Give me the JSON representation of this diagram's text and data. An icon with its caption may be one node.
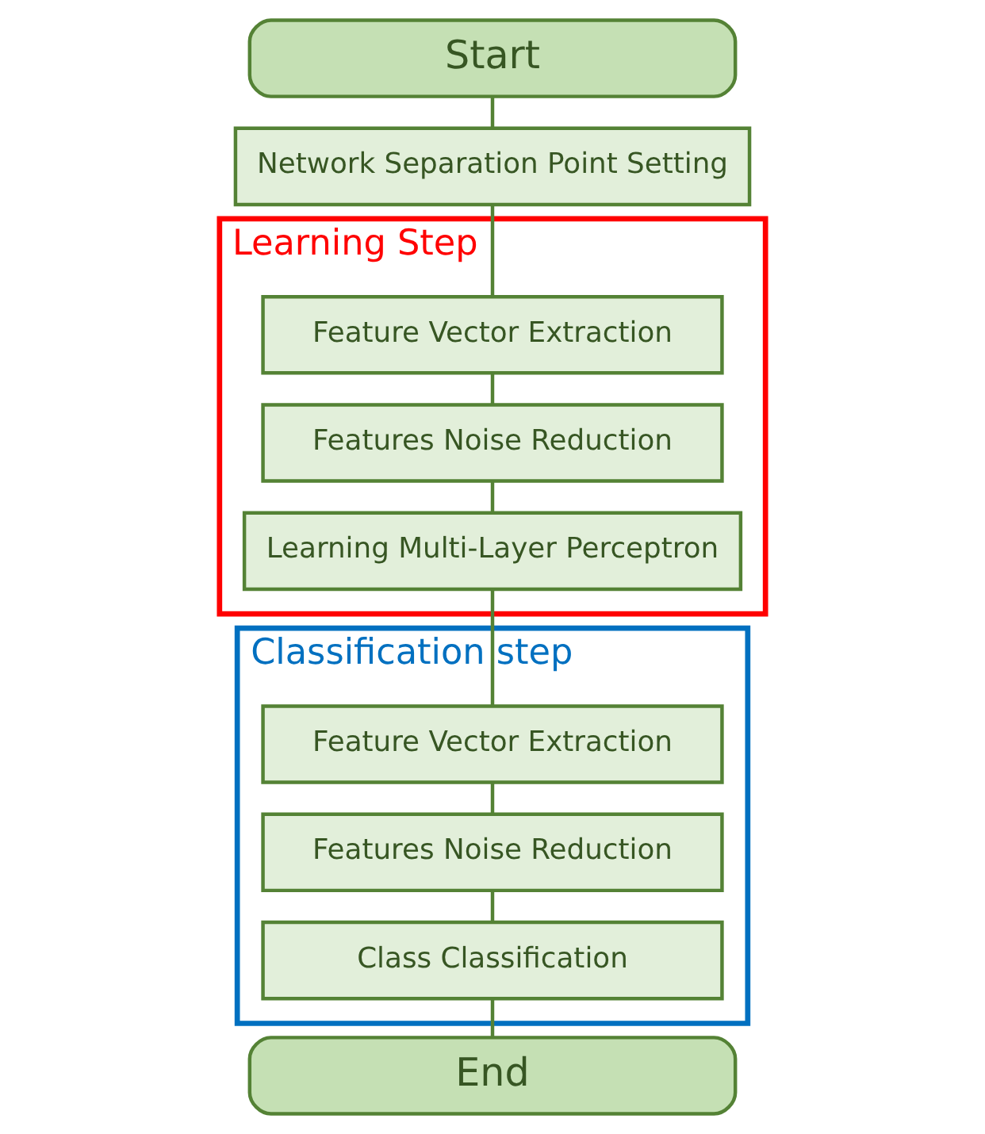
{
  "diagram": {
    "nodes": [
      {
        "text": [
          "Start"
        ]
      },
      {
        "text": [
          "Network Separation Point Setting"
        ]
      },
      {
        "text": [
          "Learning Step"
        ]
      },
      {
        "text": [
          "Feature Vector Extraction"
        ],
        "in": 2
      },
      {
        "text": [
          "Features Noise Reduction"
        ],
        "in": 2
      },
      {
        "text": [
          "Learning Multi-Layer Perceptron"
        ],
        "in": 2
      },
      {
        "text": [
          "Classification step"
        ]
      },
      {
        "text": [
          "Feature Vector Extraction"
        ],
        "in": 6
      },
      {
        "text": [
          "Features Noise Reduction"
        ],
        "in": 6
      },
      {
        "text": [
          "Class Classification"
        ],
        "in": 6
      },
      {
        "text": [
          "End"
        ]
      }
    ],
    "edges": [
      {
        "from": 0,
        "to": 1,
        "arrow": "none"
      },
      {
        "from": 1,
        "to": 3,
        "arrow": "none"
      },
      {
        "from": 3,
        "to": 4,
        "arrow": "none"
      },
      {
        "from": 4,
        "to": 5,
        "arrow": "none"
      },
      {
        "from": 5,
        "to": 7,
        "arrow": "none"
      },
      {
        "from": 7,
        "to": 8,
        "arrow": "none"
      },
      {
        "from": 8,
        "to": 9,
        "arrow": "none"
      },
      {
        "from": 9,
        "to": 10,
        "arrow": "none"
      }
    ]
  }
}
